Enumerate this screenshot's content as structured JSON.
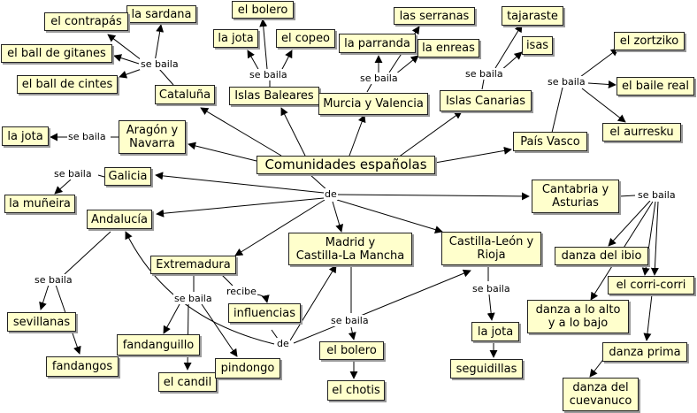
{
  "concepts": {
    "comunidades": "Comunidades españolas",
    "cataluna": "Cataluña",
    "sardana": "la sardana",
    "contrapas": "el contrapás",
    "ball_gitanes": "el ball de gitanes",
    "ball_cintes": "el ball de cintes",
    "baleares": "Islas Baleares",
    "bolero_top": "el bolero",
    "jota_bal": "la jota",
    "copeo": "el copeo",
    "murcia": "Murcia y Valencia",
    "serranas": "las serranas",
    "parranda": "la parranda",
    "enreas": "la enreas",
    "canarias": "Islas Canarias",
    "tajaraste": "tajaraste",
    "isas": "isas",
    "vasco": "País Vasco",
    "zortziko": "el zortziko",
    "baile_real": "el baile real",
    "aurresku": "el aurresku",
    "aragon": "Aragón y\nNavarra",
    "jota_ara": "la jota",
    "galicia": "Galicia",
    "muneira": "la muñeira",
    "cantabria": "Cantabria y\nAsturias",
    "ibio": "danza del ibio",
    "corri": "el corri-corri",
    "alto_bajo": "danza a lo alto\ny a lo bajo",
    "prima": "danza prima",
    "cuevanuco": "danza del\ncuevanuco",
    "andalucia": "Andalucía",
    "sevillanas": "sevillanas",
    "fandangos": "fandangos",
    "extremadura": "Extremadura",
    "influencias": "influencias",
    "fandanguillo": "fandanguillo",
    "candil": "el candil",
    "pindongo": "pindongo",
    "madrid": "Madrid y\nCastilla-La Mancha",
    "bolero_mad": "el bolero",
    "chotis": "el chotis",
    "castilla": "Castilla-León y\nRioja",
    "jota_cas": "la jota",
    "seguidillas": "seguidillas"
  },
  "phrases": {
    "de_center": "de",
    "de_bottom": "de",
    "recibe": "recibe",
    "se_baila_cataluna": "se baila",
    "se_baila_baleares": "se baila",
    "se_baila_murcia": "se baila",
    "se_baila_canarias": "se baila",
    "se_baila_vasco": "se baila",
    "se_baila_aragon": "se baila",
    "se_baila_galicia": "se baila",
    "se_baila_cantabria": "se baila",
    "se_baila_andalucia": "se baila",
    "se_baila_extremadura": "se baila",
    "se_baila_madrid": "se baila",
    "se_baila_castilla": "se baila"
  },
  "colors": {
    "node_fill": "#ffffcc",
    "node_border": "#222222",
    "node_shadow": "#9a9a9a",
    "link": "#000000"
  }
}
